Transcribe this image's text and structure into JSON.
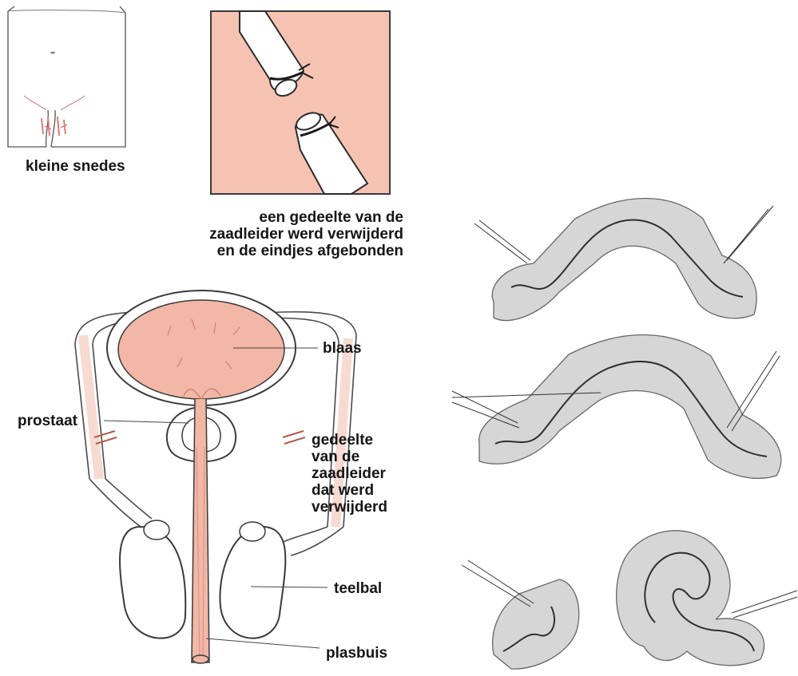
{
  "figure": {
    "incision_label": "kleine snedes",
    "vas_removed_caption": [
      "een gedeelte van de",
      "zaadleider werd verwijderd",
      "en de eindjes afgebonden"
    ],
    "labels": {
      "bladder": "blaas",
      "prostate": "prostaat",
      "vas_segment": [
        "gedeelte",
        "van de",
        "zaadleider",
        "dat werd",
        "verwijderd"
      ],
      "testis": "teelbal",
      "urethra": "plasbuis"
    }
  },
  "colors": {
    "tissue_pink": "#f2b7a6",
    "line_dark": "#2b2b2b",
    "tube_gray": "#bdbdbd"
  },
  "icons": {
    "body_outline": "torso-icon",
    "cut_vas": "cut-tube-icon",
    "suture_panels": "microsurgery-vas-reconnection-icon"
  }
}
